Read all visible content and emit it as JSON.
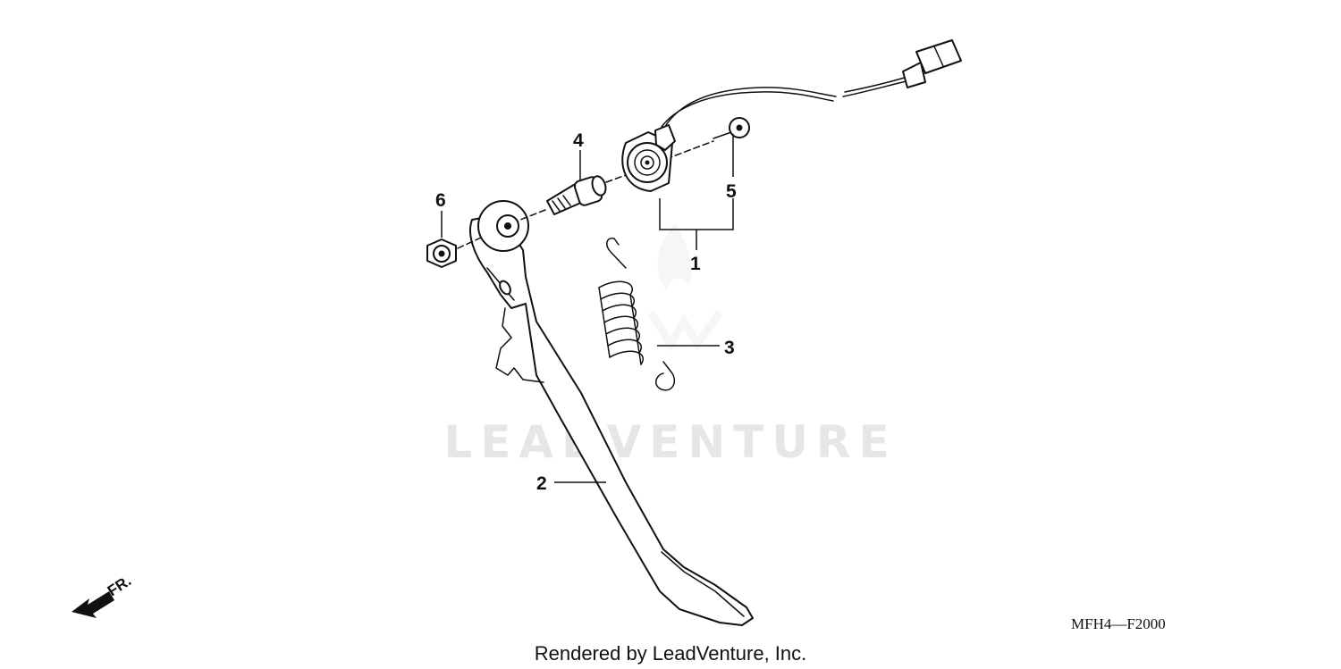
{
  "diagram": {
    "callouts": [
      {
        "id": "1",
        "label": "1"
      },
      {
        "id": "2",
        "label": "2"
      },
      {
        "id": "3",
        "label": "3"
      },
      {
        "id": "4",
        "label": "4"
      },
      {
        "id": "5",
        "label": "5"
      },
      {
        "id": "6",
        "label": "6"
      }
    ],
    "watermark": "LEADVENTURE",
    "direction_label": "FR.",
    "diagram_code": "MFH4—F2000",
    "credit": "Rendered by LeadVenture, Inc."
  }
}
